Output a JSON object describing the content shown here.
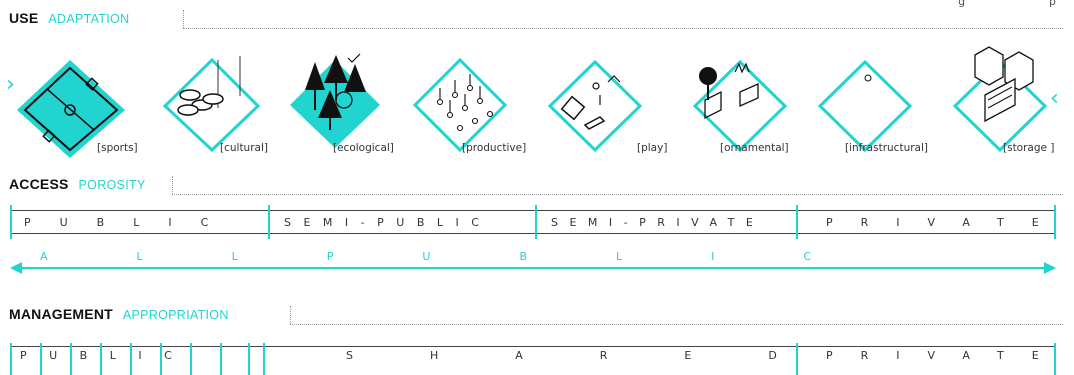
{
  "header_fragment": "g                        p",
  "use": {
    "title": "USE",
    "subtitle": "ADAPTATION",
    "items": [
      {
        "label": "[sports]"
      },
      {
        "label": "[cultural]"
      },
      {
        "label": "[ecological]"
      },
      {
        "label": "[productive]"
      },
      {
        "label": "[play]"
      },
      {
        "label": "[ornamental]"
      },
      {
        "label": "[infrastructural]"
      },
      {
        "label": "[storage ]"
      }
    ],
    "nav_left": "›",
    "nav_right": "‹"
  },
  "access": {
    "title": "ACCESS",
    "subtitle": "POROSITY",
    "segments": [
      {
        "label": "PUBLIC"
      },
      {
        "label": "SEMI-PUBLIC"
      },
      {
        "label": "SEMI-PRIVATE"
      },
      {
        "label": "PRIVATE"
      }
    ],
    "all_public": "ALLPUBLIC"
  },
  "management": {
    "title": "MANAGEMENT",
    "subtitle": "APPROPRIATION",
    "public_label": "PUBLIC",
    "shared_label": "SHARED",
    "private_label": "PRIVATE"
  },
  "colors": {
    "accent": "#22d4d0",
    "text": "#222222"
  }
}
